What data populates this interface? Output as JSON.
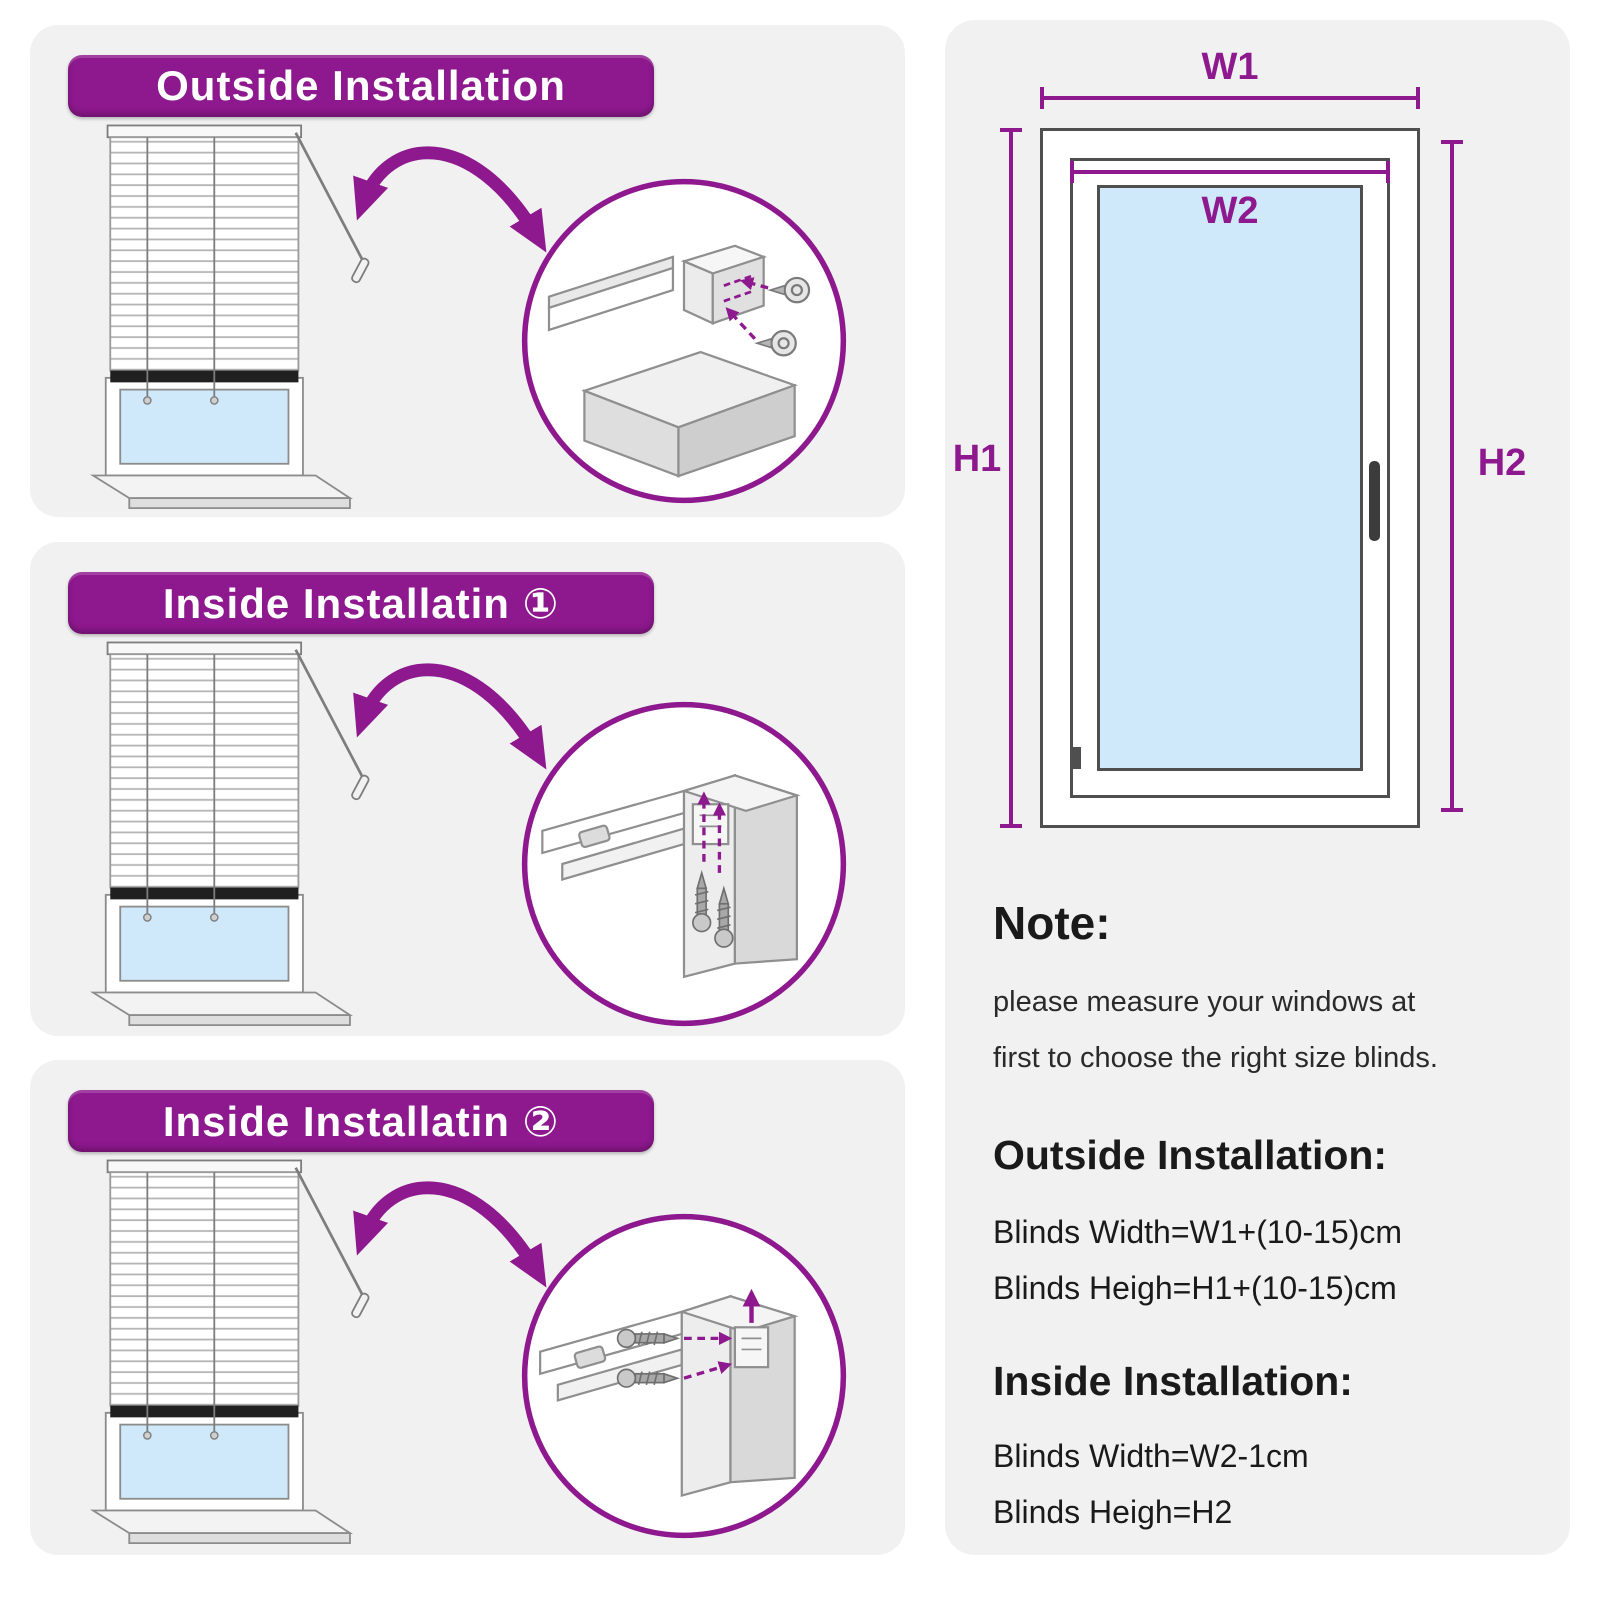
{
  "colors": {
    "accent": "#8E188E",
    "panel_bg": "#F1F1F1",
    "glass": "#CFE9FA",
    "banner_text": "#FFFFFF"
  },
  "panels": [
    {
      "title": "Outside Installation"
    },
    {
      "title": "Inside Installatin ①"
    },
    {
      "title": "Inside Installatin ②"
    }
  ],
  "window_diagram": {
    "labels": {
      "w1": "W1",
      "w2": "W2",
      "h1": "H1",
      "h2": "H2"
    }
  },
  "note": {
    "heading": "Note:",
    "lines": [
      "please measure your windows at",
      "first to choose the right size blinds."
    ]
  },
  "outside_installation": {
    "heading": "Outside Installation:",
    "width_formula": "Blinds Width=W1+(10-15)cm",
    "height_formula": "Blinds Heigh=H1+(10-15)cm"
  },
  "inside_installation": {
    "heading": "Inside Installation:",
    "width_formula": "Blinds Width=W2-1cm",
    "height_formula": "Blinds Heigh=H2"
  },
  "icons": {
    "curved-arrow-icon": "double-headed curved purple arrow",
    "blinds-illustration": "venetian blind hanging over a window",
    "bracket-detail-outside": "mounting bracket with screws driven horizontally",
    "bracket-detail-inside-1": "mounting bracket inside recess, screws driven upward",
    "bracket-detail-inside-2": "mounting bracket inside recess, screws driven sideways"
  }
}
